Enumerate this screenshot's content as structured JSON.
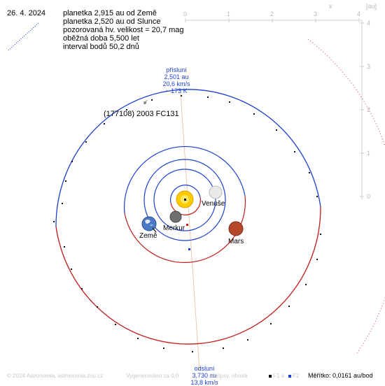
{
  "date": "26. 4. 2024",
  "info": {
    "line1": "planetka 2,915 au od Země",
    "line2": "planetka 2,520 au od Slunce",
    "line3": "pozorovaná hv. velikost = 20,7 mag",
    "line4": "oběžná doba 5,500 let",
    "line5": "interval bodů 50,2 dnů"
  },
  "asteroid_name": "(177108) 2003 FC131",
  "perihelion": {
    "title": "přísluní",
    "dist": "2,501 au",
    "speed": "20,6 km/s",
    "temp": "~ 173 K"
  },
  "aphelion": {
    "title": "odsluní",
    "dist": "3,730 au",
    "speed": "13,8 km/s"
  },
  "planets": {
    "venus": "Venuše",
    "mercury": "Merkur",
    "earth": "Země",
    "mars": "Mars"
  },
  "axes": {
    "x_label": "x",
    "unit": "[au]",
    "top_ticks": [
      "0",
      "1",
      "2",
      "3",
      "4"
    ],
    "right_ticks": [
      "4",
      "3",
      "2",
      "1",
      "0"
    ]
  },
  "footer": {
    "copyright": "© 2024 Astronomia, astronomia.zcu.cz",
    "generated": "Vygenerováno za 0,0",
    "legend": "d elipsy, ohnisk",
    "f1": "F1 a",
    "f2": "F2"
  },
  "scale": "Měřítko: 0,0161 au/bod",
  "colors": {
    "orbit_above": "#1c3fd0",
    "orbit_below": "#c41a1a",
    "sun": "#ffcc00",
    "mars": "#b5492a",
    "apsis_line": "#e9c9b0",
    "outer_orbit": "#d04040"
  }
}
